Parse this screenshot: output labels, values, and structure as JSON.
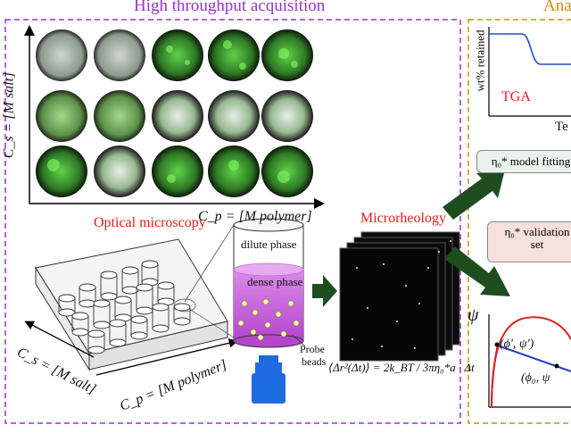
{
  "sections": {
    "acquisition_title": "High throughput acquisition",
    "analysis_title_partial": "Ana"
  },
  "plate_images": {
    "y_axis_label": "C_s = [M salt]",
    "x_axis_label": "C_p = [M polymer]",
    "rows": 3,
    "cols": 5
  },
  "microscopy": {
    "label": "Optical microscopy",
    "plate_axis_s": "C_s = [M salt]",
    "plate_axis_p": "C_p = [M polymer]"
  },
  "vial": {
    "dilute": "dilute phase",
    "dense": "dense phase",
    "probe": "Probe",
    "beads": "beads"
  },
  "microrheology": {
    "label": "Microrheology",
    "equation": "⟨Δr²(Δt)⟩ = 2k_BT / 3πη₀*a · Δt"
  },
  "analysis": {
    "tga_label": "TGA",
    "tga_ylabel": "wt% retained",
    "tga_xlabel_partial": "Te",
    "model_box": "η₀* model fitting",
    "validation_box_line1": "η₀* validation",
    "validation_box_line2": "set",
    "psi_symbol": "ψ",
    "point_prime": "(ϕ', ψ')",
    "point_zero": "(ϕ₀, ψ"
  },
  "colors": {
    "purple_dash": "#9a32cd",
    "gold_dash": "#c9900e",
    "arrow_green": "#1e4d1e",
    "dense_phase": "#d066e0",
    "objective_blue": "#1e6be0",
    "red_text": "#e41b1b"
  }
}
